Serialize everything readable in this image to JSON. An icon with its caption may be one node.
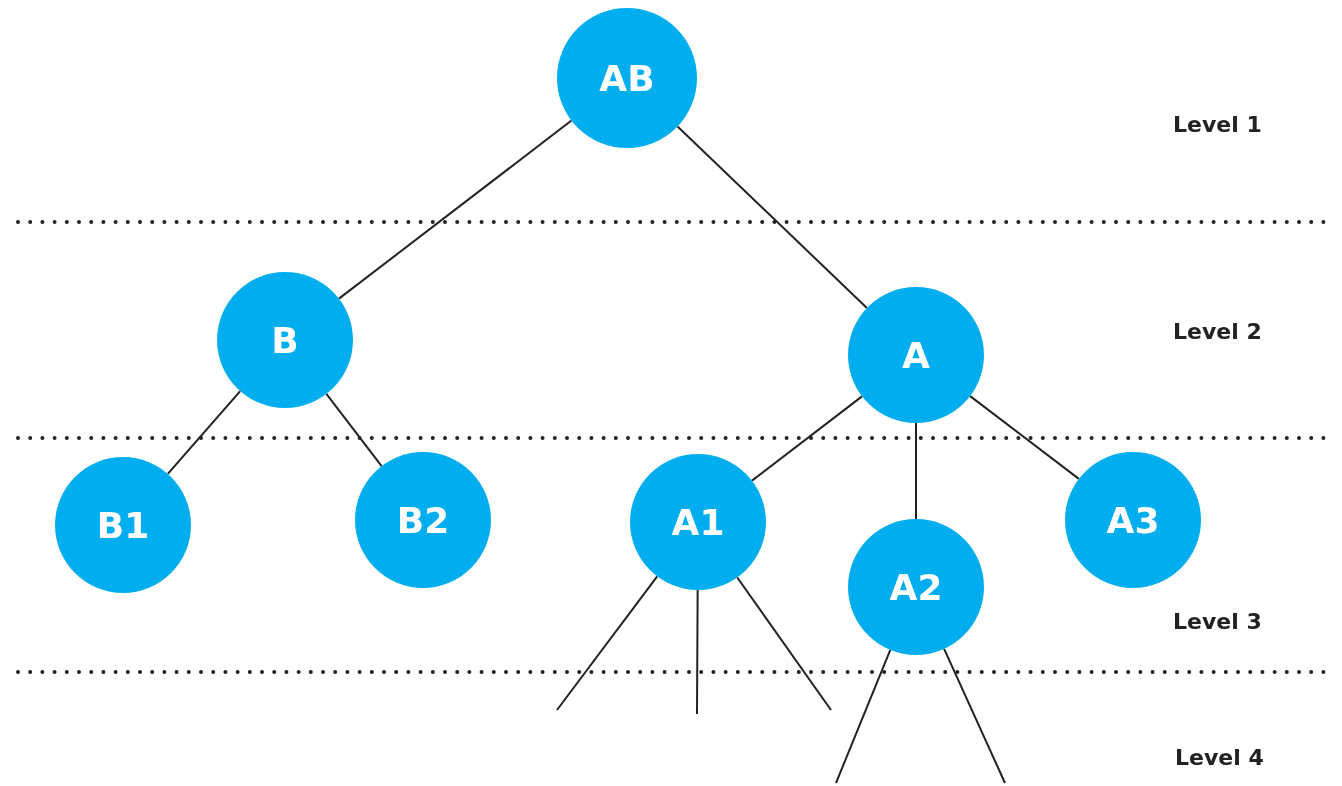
{
  "diagram": {
    "nodes": [
      {
        "text": [
          "AB"
        ]
      },
      {
        "text": [
          "B"
        ]
      },
      {
        "text": [
          "A"
        ]
      },
      {
        "text": [
          "B1"
        ]
      },
      {
        "text": [
          "B2"
        ]
      },
      {
        "text": [
          "A1"
        ]
      },
      {
        "text": [
          "A2"
        ]
      },
      {
        "text": [
          "A3"
        ]
      }
    ],
    "edges": [
      {
        "from": 0,
        "to": 1,
        "arrow": "none"
      },
      {
        "from": 0,
        "to": 2,
        "arrow": "none"
      },
      {
        "from": 1,
        "to": 3,
        "arrow": "none"
      },
      {
        "from": 1,
        "to": 4,
        "arrow": "none"
      },
      {
        "from": 2,
        "to": 5,
        "arrow": "none"
      },
      {
        "from": 2,
        "to": 6,
        "arrow": "none"
      },
      {
        "from": 2,
        "to": 7,
        "arrow": "none"
      },
      {
        "from": 5,
        "to": null,
        "arrow": "none"
      },
      {
        "from": 5,
        "to": null,
        "arrow": "none"
      },
      {
        "from": 5,
        "to": null,
        "arrow": "none"
      },
      {
        "from": 6,
        "to": null,
        "arrow": "none"
      },
      {
        "from": 6,
        "to": null,
        "arrow": "none"
      }
    ],
    "labels": [
      "Level 1",
      "Level 2",
      "Level 3",
      "Level 4"
    ]
  }
}
